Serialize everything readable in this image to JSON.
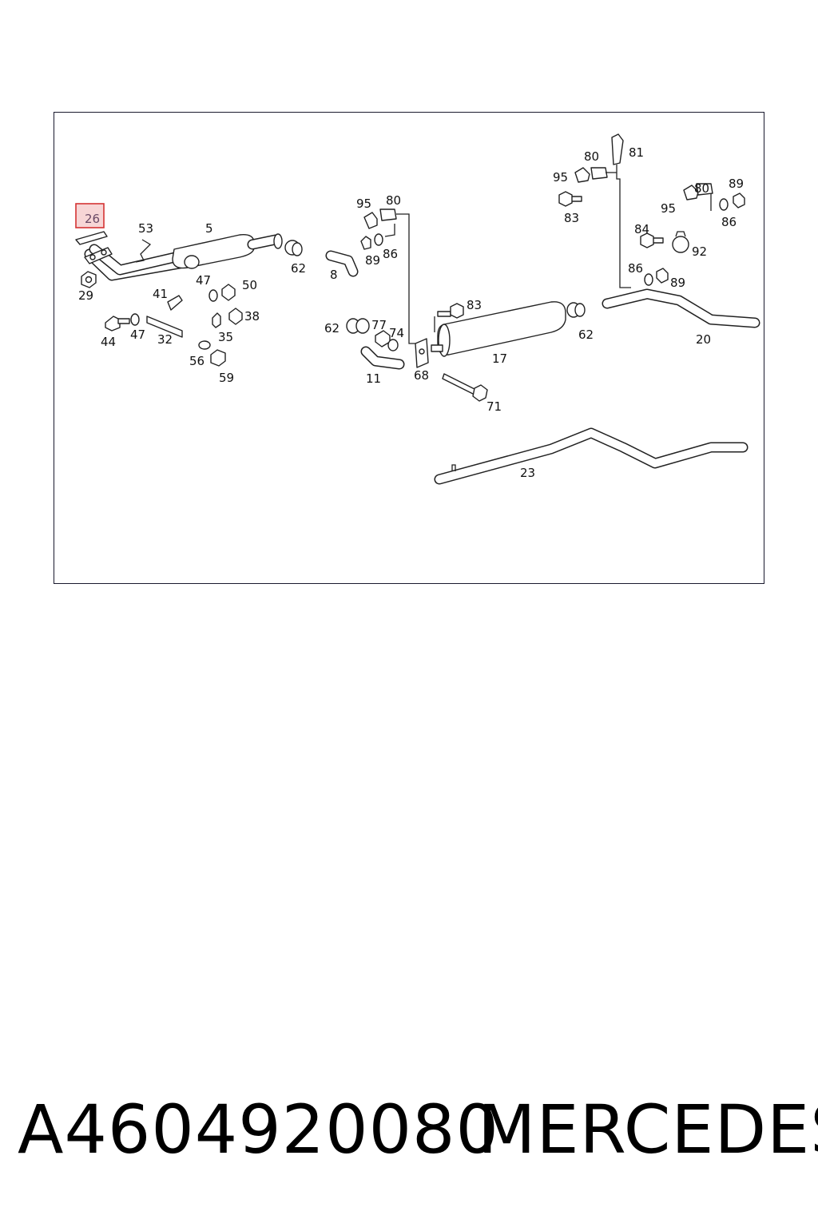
{
  "diagram": {
    "labels": [
      "26",
      "53",
      "5",
      "62",
      "29",
      "47",
      "50",
      "41",
      "38",
      "44",
      "47",
      "32",
      "35",
      "56",
      "59",
      "95",
      "80",
      "8",
      "89",
      "86",
      "62",
      "77",
      "74",
      "11",
      "68",
      "83",
      "17",
      "62",
      "71",
      "80",
      "81",
      "95",
      "83",
      "80",
      "89",
      "95",
      "86",
      "84",
      "92",
      "86",
      "89",
      "20",
      "23"
    ],
    "highlighted_label": "26",
    "highlight_color": "#d43333"
  },
  "footer": {
    "part_number": "A4604920080",
    "brand": "MERCEDES"
  }
}
